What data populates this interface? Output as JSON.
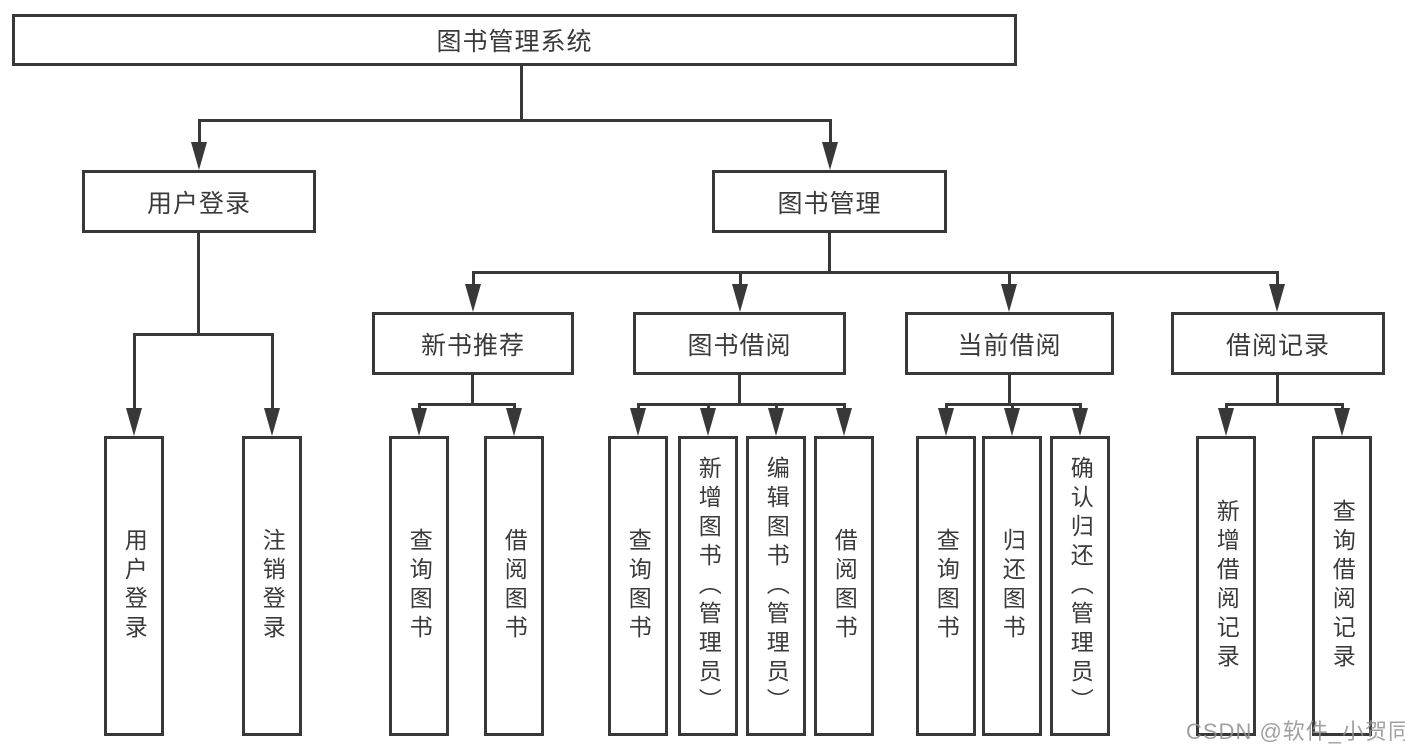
{
  "colors": {
    "line": "#383838",
    "text": "#3a3a3a",
    "box_bg": "#ffffff",
    "watermark": "#909090"
  },
  "tree": {
    "root": {
      "label": "图书管理系统"
    },
    "branches": [
      {
        "label": "用户登录",
        "children": [
          {
            "label": "用户登录"
          },
          {
            "label": "注销登录"
          }
        ]
      },
      {
        "label": "图书管理",
        "groups": [
          {
            "label": "新书推荐",
            "children": [
              {
                "label": "查询图书"
              },
              {
                "label": "借阅图书"
              }
            ]
          },
          {
            "label": "图书借阅",
            "children": [
              {
                "label": "查询图书"
              },
              {
                "label": "新增图书（管理员）"
              },
              {
                "label": "编辑图书（管理员）"
              },
              {
                "label": "借阅图书"
              }
            ]
          },
          {
            "label": "当前借阅",
            "children": [
              {
                "label": "查询图书"
              },
              {
                "label": "归还图书"
              },
              {
                "label": "确认归还（管理员）"
              }
            ]
          },
          {
            "label": "借阅记录",
            "children": [
              {
                "label": "新增借阅记录"
              },
              {
                "label": "查询借阅记录"
              }
            ]
          }
        ]
      }
    ]
  },
  "watermark": {
    "text": "CSDN @软件_小贺同学"
  }
}
